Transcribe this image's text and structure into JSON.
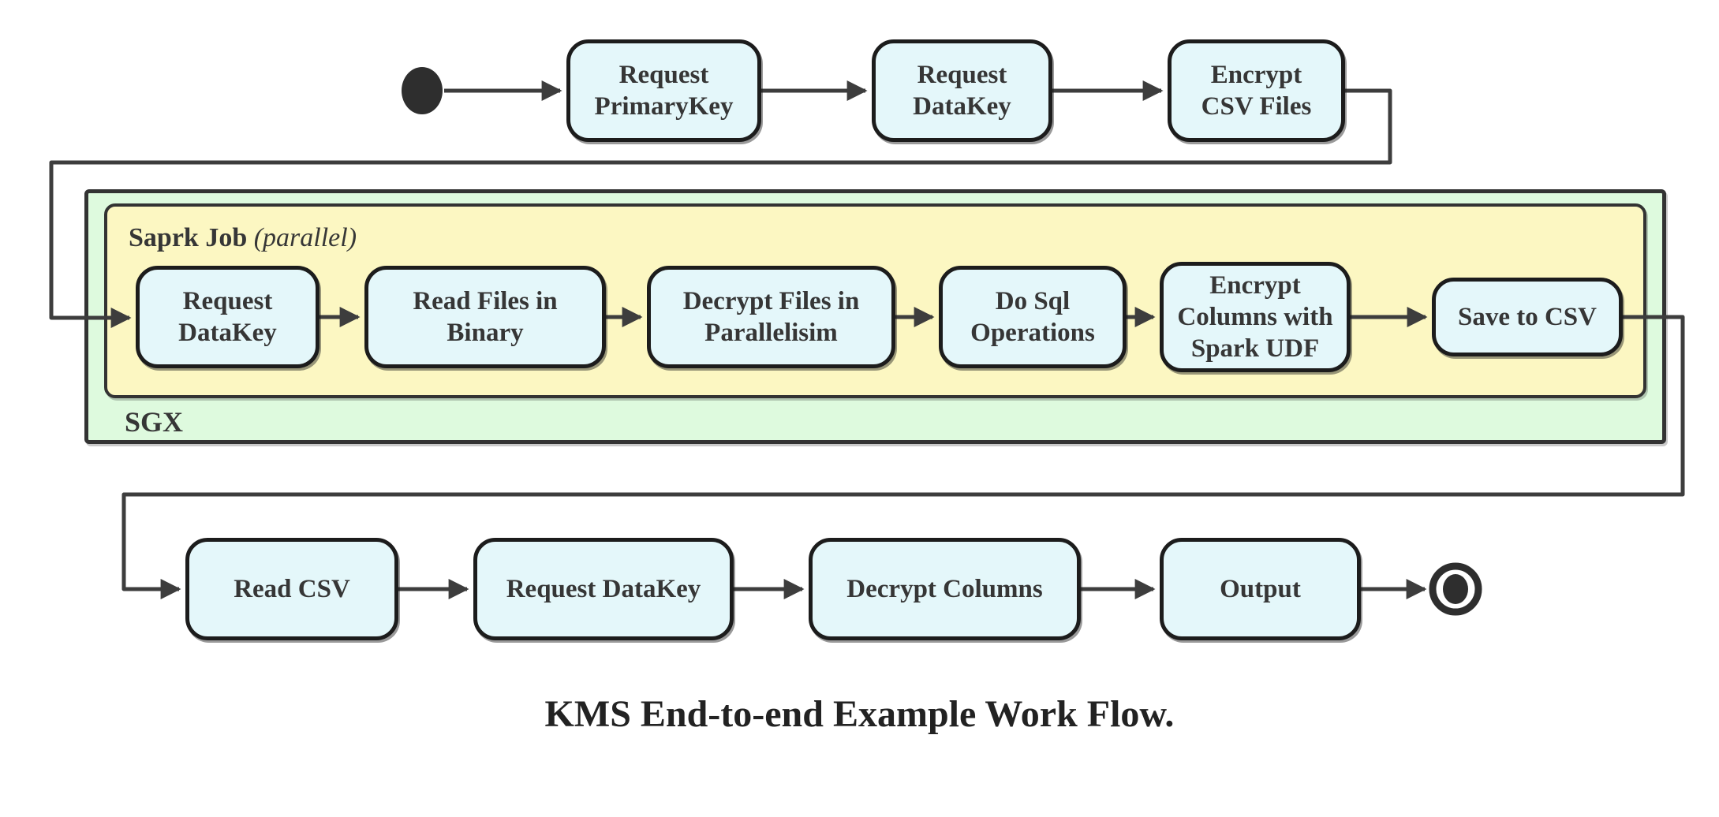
{
  "caption": "KMS End-to-end Example Work Flow.",
  "colors": {
    "node-fill": "#e4f7fa",
    "node-border": "#1c1c1c",
    "sgx-fill": "#defade",
    "spark-fill": "#fcf7c2",
    "container-border": "#333333",
    "line": "#3d3d3d",
    "shape": "#2e2e2e",
    "text": "#363636"
  },
  "containers": {
    "sgx_label": "SGX",
    "spark_job_label": "Saprk Job",
    "spark_job_qualifier": "(parallel)"
  },
  "nodes": {
    "request_primarykey": "Request\nPrimaryKey",
    "request_datakey_top": "Request\nDataKey",
    "encrypt_csv_files": "Encrypt\nCSV Files",
    "request_datakey_sgx": "Request\nDataKey",
    "read_files_in_binary": "Read Files in\nBinary",
    "decrypt_files_in_parallelisim": "Decrypt Files in\nParallelisim",
    "do_sql_operations": "Do Sql\nOperations",
    "encrypt_columns_with_spark_udf": "Encrypt\nColumns with\nSpark UDF",
    "save_to_csv": "Save to CSV",
    "read_csv": "Read CSV",
    "request_datakey_bottom": "Request DataKey",
    "decrypt_columns": "Decrypt Columns",
    "output": "Output"
  },
  "edges": [
    "start -> Request PrimaryKey",
    "Request PrimaryKey -> Request DataKey",
    "Request DataKey -> Encrypt CSV Files",
    "Encrypt CSV Files -> Request DataKey (SGX)",
    "Request DataKey (SGX) -> Read Files in Binary",
    "Read Files in Binary -> Decrypt Files in Parallelisim",
    "Decrypt Files in Parallelisim -> Do Sql Operations",
    "Do Sql Operations -> Encrypt Columns with Spark UDF",
    "Encrypt Columns with Spark UDF -> Save to CSV",
    "Save to CSV -> Read CSV",
    "Read CSV -> Request DataKey",
    "Request DataKey -> Decrypt Columns",
    "Decrypt Columns -> Output",
    "Output -> end"
  ]
}
